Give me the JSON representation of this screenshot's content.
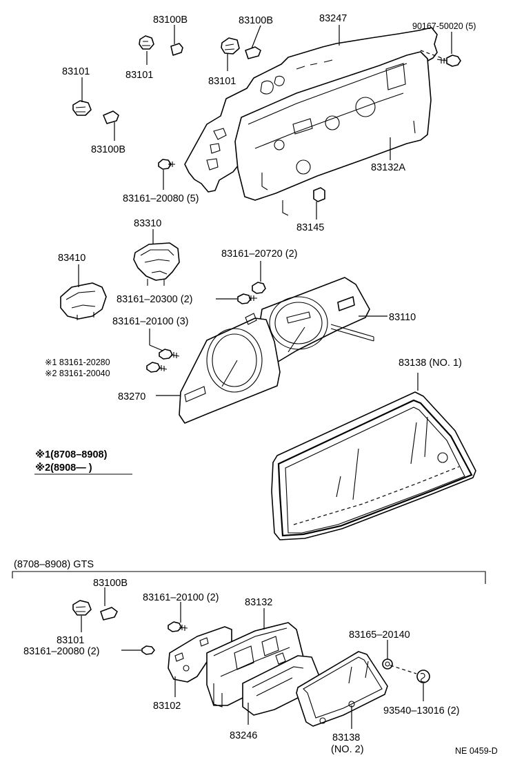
{
  "labels": {
    "l_83100b_a": "83100B",
    "l_83100b_b": "83100B",
    "l_83247": "83247",
    "l_90167": "90167-50020 (5)",
    "l_83101_a": "83101",
    "l_83101_b": "83101",
    "l_83101_c": "83101",
    "l_83100b_c": "83100B",
    "l_83132a": "83132A",
    "l_83161_20080_5": "83161–20080 (5)",
    "l_83145": "83145",
    "l_83310": "83310",
    "l_83161_20720": "83161–20720 (2)",
    "l_83410": "83410",
    "l_83161_20300": "83161–20300 (2)",
    "l_83110": "83110",
    "l_83161_20100_3": "83161–20100 (3)",
    "l_83138_no1": "83138 (NO. 1)",
    "l_x1_part": "※1 83161-20280",
    "l_x2_part": "※2 83161-20040",
    "l_83270": "83270",
    "l_note1": "※1(8708–8908)",
    "l_note2": "※2(8908—      )",
    "l_gts": "(8708–8908) GTS",
    "l_83100b_d": "83100B",
    "l_83161_20100_2": "83161–20100 (2)",
    "l_83132": "83132",
    "l_83165": "83165–20140",
    "l_83101_d": "83101",
    "l_83161_20080_2": "83161–20080 (2)",
    "l_83102": "83102",
    "l_93540": "93540–13016 (2)",
    "l_83246": "83246",
    "l_83138_no2a": "83138",
    "l_83138_no2b": "(NO. 2)",
    "l_code": "NE  0459-D"
  }
}
